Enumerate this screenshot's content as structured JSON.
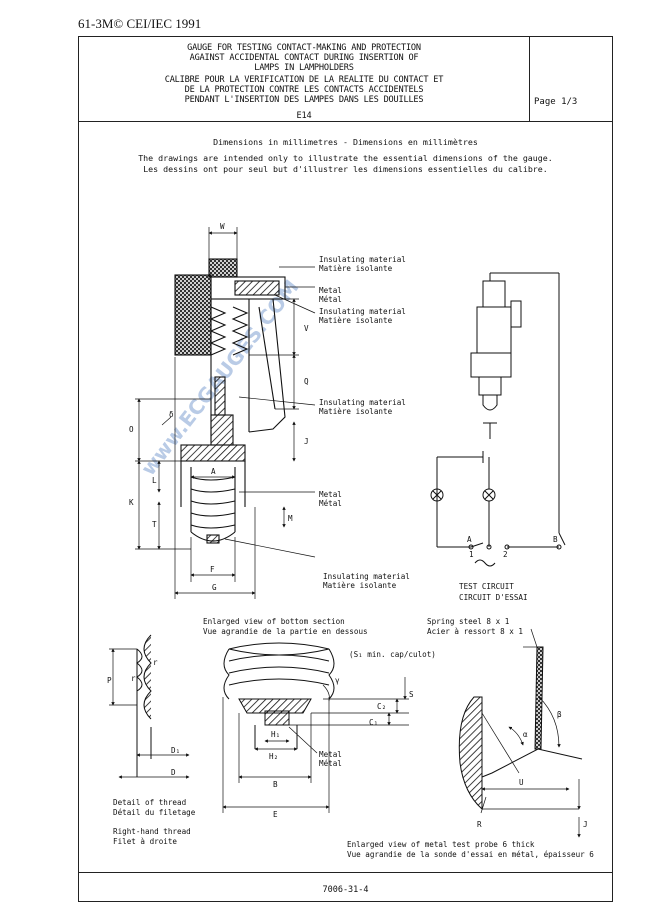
{
  "header": {
    "ref": "61-3M© CEI/IEC 1991",
    "title_en": [
      "GAUGE FOR TESTING CONTACT-MAKING AND PROTECTION",
      "AGAINST ACCIDENTAL CONTACT DURING INSERTION OF",
      "LAMPS IN LAMPHOLDERS"
    ],
    "title_fr": [
      "CALIBRE POUR LA VERIFICATION DE LA REALITE DU CONTACT ET",
      "DE LA PROTECTION CONTRE LES CONTACTS ACCIDENTELS",
      "PENDANT L'INSERTION DES LAMPES DANS LES DOUILLES"
    ],
    "code": "E14",
    "page": "Page 1/3"
  },
  "intro": {
    "dimensions": "Dimensions in millimetres - Dimensions en millimètres",
    "note_en": "The drawings are intended only to illustrate the essential dimensions of the gauge.",
    "note_fr": "Les dessins ont pour seul but d'illustrer les dimensions essentielles du calibre."
  },
  "labels": {
    "ins1_en": "Insulating material",
    "ins1_fr": "Matière isolante",
    "metal1_en": "Metal",
    "metal1_fr": "Métal",
    "ins2_en": "Insulating material",
    "ins2_fr": "Matière isolante",
    "ins3_en": "Insulating material",
    "ins3_fr": "Matière isolante",
    "metal2_en": "Metal",
    "metal2_fr": "Métal",
    "ins4_en": "Insulating material",
    "ins4_fr": "Matière isolante",
    "metal3_en": "Metal",
    "metal3_fr": "Métal",
    "test_en": "TEST CIRCUIT",
    "test_fr": "CIRCUIT D'ESSAI",
    "enlarged_en": "Enlarged view of bottom section",
    "enlarged_fr": "Vue agrandie de la partie en dessous",
    "s1": "(S₁ min. cap/culot)",
    "spring_en": "Spring steel 8 x 1",
    "spring_fr": "Acier à ressort 8 x 1",
    "thread_en": "Detail of thread",
    "thread_fr": "Détail du filetage",
    "rh_en": "Right-hand thread",
    "rh_fr": "Filet à droite",
    "probe_en": "Enlarged view of metal test probe 6 thick",
    "probe_fr": "Vue agrandie de la sonde d'essai en métal, épaisseur 6"
  },
  "dims": {
    "W": "W",
    "V": "V",
    "Q": "Q",
    "J": "J",
    "O": "O",
    "L": "L",
    "K": "K",
    "T": "T",
    "A": "A",
    "M": "M",
    "F": "F",
    "G": "G",
    "delta": "δ",
    "r": "r",
    "P": "P",
    "D1": "D₁",
    "D": "D",
    "gamma": "γ",
    "C2": "C₂",
    "C1": "C₁",
    "S": "S",
    "H1": "H₁",
    "H2": "H₂",
    "B": "B",
    "E": "E",
    "beta": "β",
    "alpha": "α",
    "U": "U",
    "R": "R",
    "J2": "J",
    "cA": "A",
    "cB": "B",
    "c1": "1",
    "c2": "2"
  },
  "watermark": "www.ECGAUGES.COM",
  "footer": "7006-31-4"
}
